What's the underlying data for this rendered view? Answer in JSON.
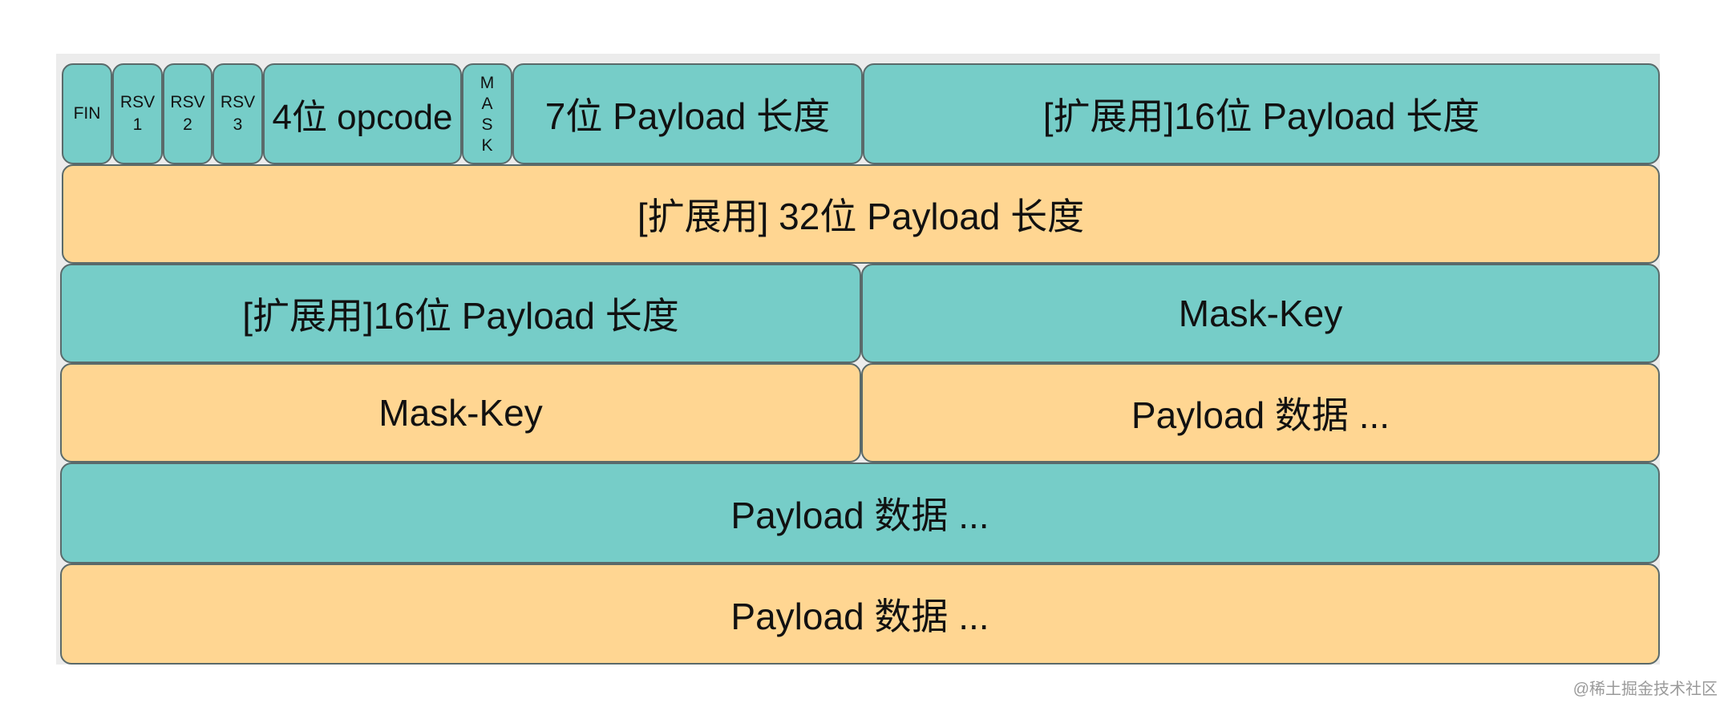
{
  "colors": {
    "teal": "#76cdc8",
    "orange": "#ffd692",
    "border": "#5a6a6a"
  },
  "row1": {
    "fin": "FIN",
    "rsv1_a": "RSV",
    "rsv1_b": "1",
    "rsv2_a": "RSV",
    "rsv2_b": "2",
    "rsv3_a": "RSV",
    "rsv3_b": "3",
    "opcode": "4位 opcode",
    "mask_letters": [
      "M",
      "A",
      "S",
      "K"
    ],
    "payload_len7": "7位 Payload 长度",
    "ext16": "[扩展用]16位 Payload 长度"
  },
  "row2": {
    "ext32": "[扩展用] 32位 Payload 长度"
  },
  "row3": {
    "ext16": "[扩展用]16位 Payload 长度",
    "mask_key": "Mask-Key"
  },
  "row4": {
    "mask_key": "Mask-Key",
    "payload_data": "Payload 数据 ..."
  },
  "row5": {
    "payload_data": "Payload 数据 ..."
  },
  "row6": {
    "payload_data": "Payload 数据 ..."
  },
  "watermark": "@稀土掘金技术社区"
}
